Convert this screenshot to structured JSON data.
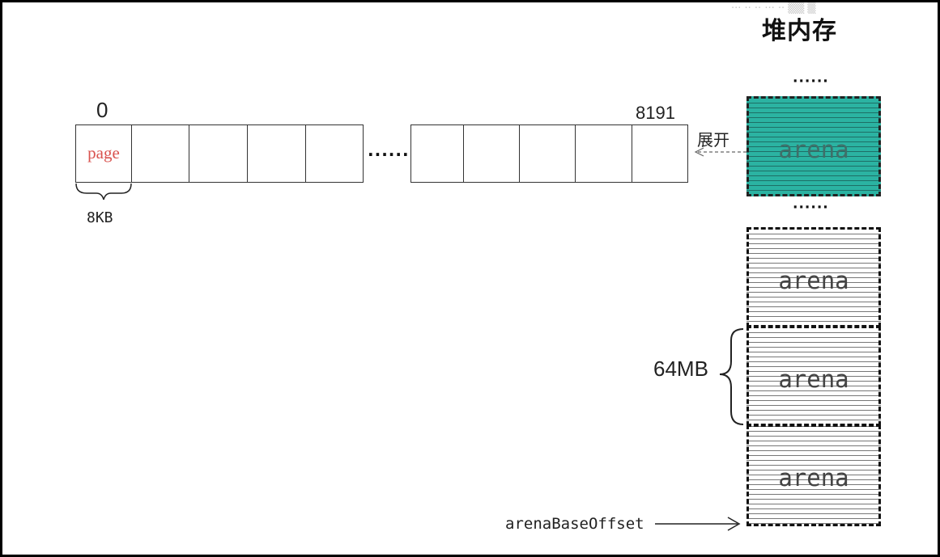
{
  "diagram": {
    "heading": "堆内存",
    "watermark": "··· ·· ·· ··· ·· ▒▒ ▒",
    "span_index_start": "0",
    "span_index_end": "8191",
    "page_label": "page",
    "page_size": "8KB",
    "ellipsis_middle": "······",
    "ellipsis_top": "······",
    "ellipsis_mid": "······",
    "expand_label": "展开",
    "arenas": [
      "arena",
      "arena",
      "arena",
      "arena"
    ],
    "arena_size": "64MB",
    "base_offset_label": "arenaBaseOffset"
  },
  "colors": {
    "highlight_arena": "#2bb3a2",
    "page_text": "#d9534f"
  }
}
